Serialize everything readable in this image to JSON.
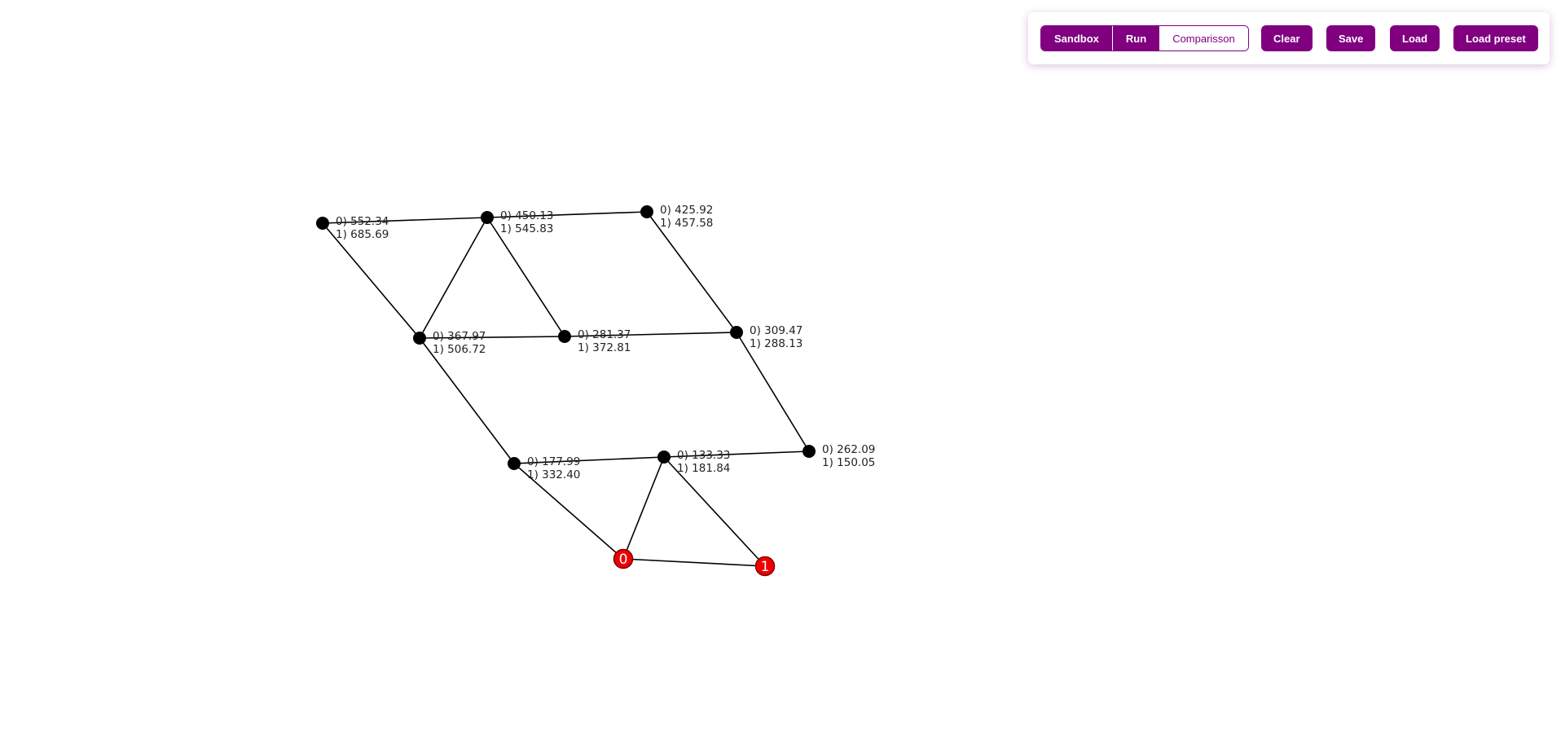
{
  "toolbar": {
    "mode_group": [
      {
        "label": "Sandbox",
        "active": true
      },
      {
        "label": "Run",
        "active": true
      },
      {
        "label": "Comparisson",
        "active": false
      }
    ],
    "clear_label": "Clear",
    "save_label": "Save",
    "load_label": "Load",
    "load_preset_label": "Load preset",
    "accent_color": "#800080"
  },
  "graph": {
    "node_color": "#000000",
    "source_color": "#ee0000",
    "edge_color": "#000000",
    "sources": [
      {
        "id": "s0",
        "label": "0"
      },
      {
        "id": "s1",
        "label": "1"
      }
    ],
    "nodes": [
      {
        "id": "n1",
        "dist0": "0) 552.34",
        "dist1": "1) 685.69"
      },
      {
        "id": "n2",
        "dist0": "0) 450.13",
        "dist1": "1) 545.83"
      },
      {
        "id": "n3",
        "dist0": "0) 425.92",
        "dist1": "1) 457.58"
      },
      {
        "id": "n4",
        "dist0": "0) 367.97",
        "dist1": "1) 506.72"
      },
      {
        "id": "n5",
        "dist0": "0) 281.37",
        "dist1": "1) 372.81"
      },
      {
        "id": "n6",
        "dist0": "0) 309.47",
        "dist1": "1) 288.13"
      },
      {
        "id": "n7",
        "dist0": "0) 177.99",
        "dist1": "1) 332.40"
      },
      {
        "id": "n8",
        "dist0": "0) 133.33",
        "dist1": "1) 181.84"
      },
      {
        "id": "n9",
        "dist0": "0) 262.09",
        "dist1": "1) 150.05"
      }
    ]
  }
}
